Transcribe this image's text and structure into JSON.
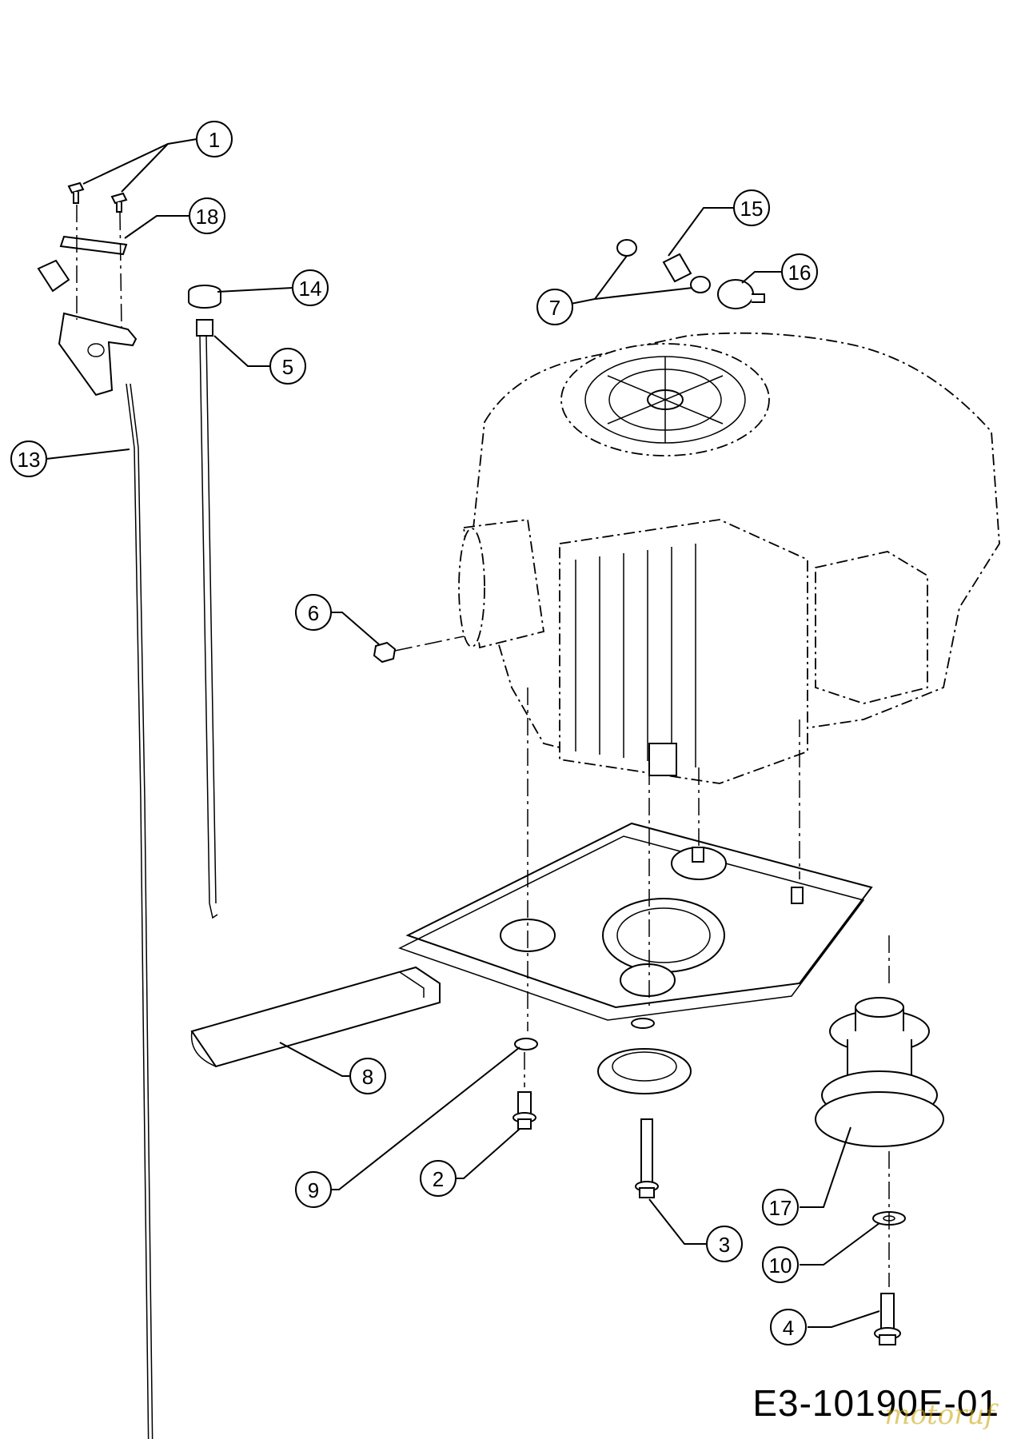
{
  "diagram": {
    "drawing_code": "E3-10190E-01",
    "watermark": "motoruf",
    "callouts": [
      "1",
      "2",
      "3",
      "4",
      "5",
      "6",
      "7",
      "8",
      "9",
      "10",
      "13",
      "14",
      "15",
      "16",
      "17",
      "18"
    ]
  }
}
